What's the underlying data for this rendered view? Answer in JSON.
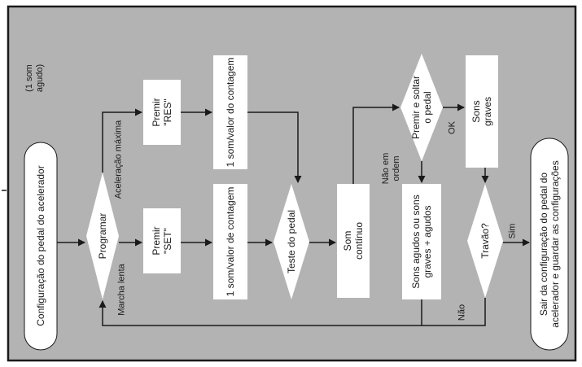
{
  "nodes": {
    "start": "Configuração do pedal do acelerador",
    "programar": "Programar",
    "premir_res": "Premir\n\"RES\"",
    "premir_set": "Premir\n\"SET\"",
    "contagem_top": "1 som/valor do contagem",
    "contagem_bottom": "1 som/valor de contagem",
    "teste_pedal": "Teste do pedal",
    "som_continuo": "Som\ncontínuo",
    "premir_soltar": "Premir e soltar\no pedal",
    "sons_agudos": "Sons agudos ou sons\ngraves + agudos",
    "sons_graves": "Sons\ngraves",
    "travao": "Travão?",
    "end": "Sair da configuração do pedal do\nacelerador e guardar as configurações"
  },
  "labels": {
    "um_som_agudo": "(1 som\nagudo)",
    "aceleracao_maxima": "Aceleração máxima",
    "marcha_lenta": "Marcha lenta",
    "nao_em_ordem": "Não em\nordem",
    "ok": "OK",
    "sim": "Sim",
    "nao": "Não"
  },
  "colors": {
    "background": "#b3b3b3",
    "border": "#1a1a1a",
    "shape_fill": "#ffffff",
    "line": "#1a1a1a"
  }
}
